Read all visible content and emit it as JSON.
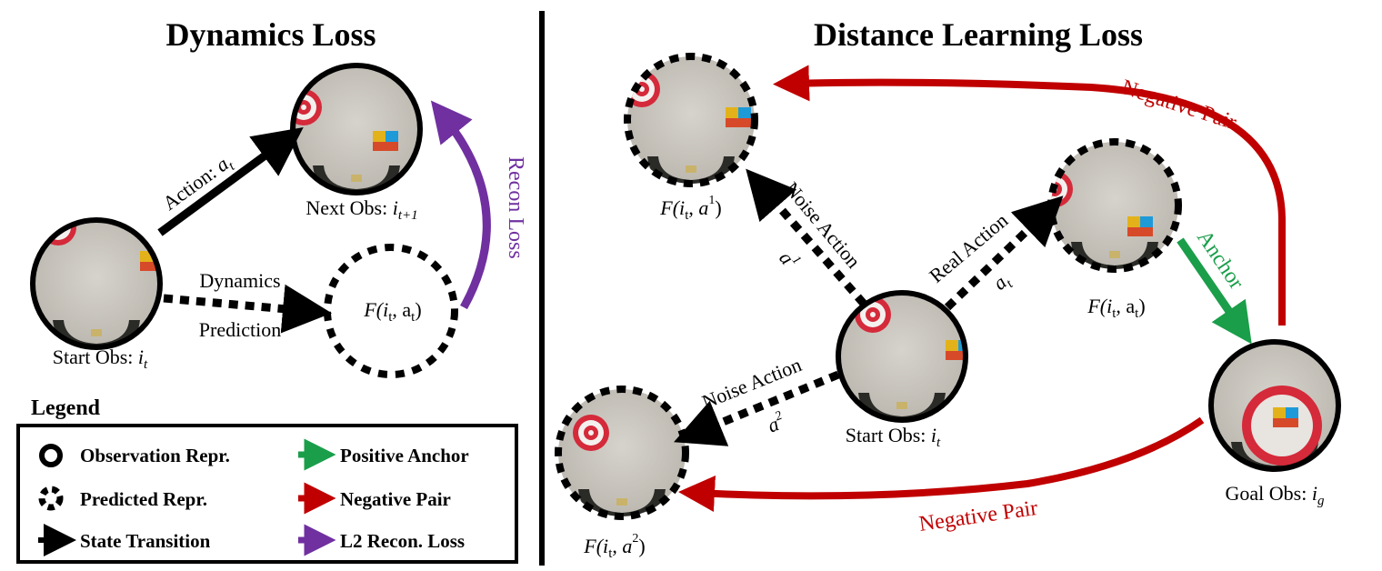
{
  "left_panel": {
    "title": "Dynamics Loss",
    "start_obs_label": "Start Obs: ",
    "start_obs_sym": "i",
    "start_obs_sub": "t",
    "next_obs_label": "Next Obs: ",
    "next_obs_sym": "i",
    "next_obs_sub": "t+1",
    "action_label": "Action: ",
    "action_sym": "a",
    "action_sub": "t",
    "dynamics_line1": "Dynamics",
    "dynamics_line2": "Prediction",
    "pred_label": "F(i",
    "pred_sub1": "t",
    "pred_mid": ", a",
    "pred_sub2": "t",
    "pred_end": ")",
    "recon_label": "Recon Loss"
  },
  "legend": {
    "title": "Legend",
    "items": [
      {
        "label": "Observation Repr.",
        "icon": "solid-ring"
      },
      {
        "label": "Predicted Repr.",
        "icon": "dashed-ring"
      },
      {
        "label": "State Transition",
        "icon": "black-arrow"
      },
      {
        "label": "Positive Anchor",
        "icon": "green-arrow",
        "color": "#1a9e4a"
      },
      {
        "label": "Negative Pair",
        "icon": "red-arrow",
        "color": "#c00000"
      },
      {
        "label": "L2 Recon. Loss",
        "icon": "purple-arrow",
        "color": "#7030a0"
      }
    ]
  },
  "right_panel": {
    "title": "Distance Learning Loss",
    "start_obs_label": "Start Obs: ",
    "start_obs_sym": "i",
    "start_obs_sub": "t",
    "goal_obs_label": "Goal Obs: ",
    "goal_obs_sym": "i",
    "goal_obs_sub": "g",
    "noise1_pred": {
      "prefix": "F(i",
      "sub": "t",
      "mid": ", ",
      "sym": "a",
      "sup": "1",
      "end": ")"
    },
    "noise2_pred": {
      "prefix": "F(i",
      "sub": "t",
      "mid": ", ",
      "sym": "a",
      "sup": "2",
      "end": ")"
    },
    "real_pred": {
      "prefix": "F(i",
      "sub": "t",
      "mid": ", a",
      "sub2": "t",
      "end": ")"
    },
    "noise_action_upper": "Noise Action",
    "noise_action_upper_sym": "a",
    "noise_action_upper_sup": "1",
    "noise_action_lower": "Noise Action",
    "noise_action_lower_sym": "a",
    "noise_action_lower_sup": "2",
    "real_action": "Real Action",
    "real_action_sym": "a",
    "real_action_sub": "t",
    "anchor_label": "Anchor",
    "neg_pair_top": "Negative Pair",
    "neg_pair_bottom": "Negative Pair"
  },
  "colors": {
    "red": "#c00000",
    "green": "#1a9e4a",
    "purple": "#7030a0",
    "black": "#000000"
  }
}
